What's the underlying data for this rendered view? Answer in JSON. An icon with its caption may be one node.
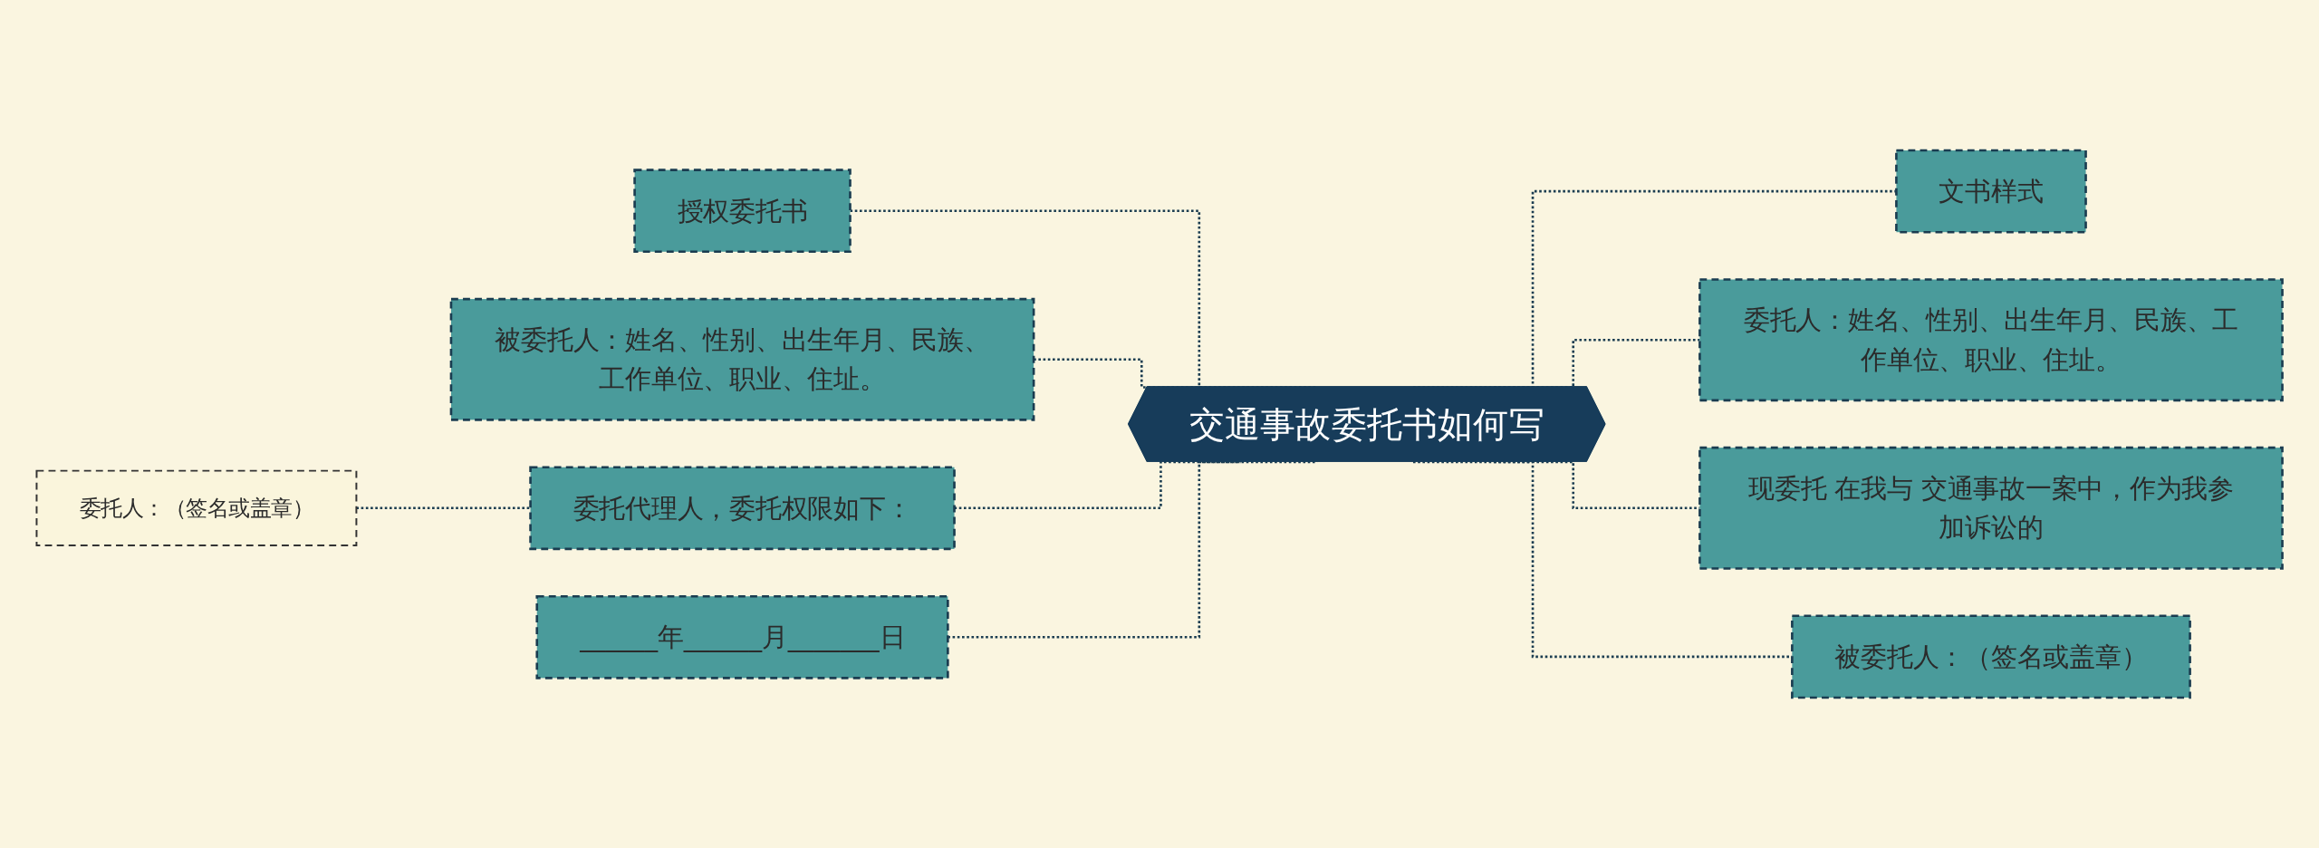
{
  "diagram": {
    "nodes": [
      {
        "text": [
          "授权委托书"
        ]
      },
      {
        "text": [
          "被委托人：姓名、性别、出生年月、民族、工作单位、职业、住址。"
        ]
      },
      {
        "text": [
          "委托人：（签名或盖章）"
        ]
      },
      {
        "text": [
          "委托代理人，委托权限如下："
        ]
      },
      {
        "text": [
          "______年______月_______日"
        ]
      },
      {
        "text": [
          "交通事故委托书如何写"
        ]
      },
      {
        "text": [
          "文书样式"
        ]
      },
      {
        "text": [
          "委托人：姓名、性别、出生年月、民族、工作单位、职业、住址。"
        ]
      },
      {
        "text": [
          "现委托 在我与 交通事故一案中，作为我参加诉讼的"
        ]
      },
      {
        "text": [
          "被委托人：（签名或盖章）"
        ]
      }
    ],
    "edges": [
      {
        "from": 0,
        "to": 5,
        "arrow": "none",
        "style": "dashed"
      },
      {
        "from": 1,
        "to": 5,
        "arrow": "none",
        "style": "dashed"
      },
      {
        "from": 2,
        "to": 3,
        "arrow": "none",
        "style": "dashed"
      },
      {
        "from": 3,
        "to": 5,
        "arrow": "none",
        "style": "dashed"
      },
      {
        "from": 4,
        "to": 5,
        "arrow": "none",
        "style": "dashed"
      },
      {
        "from": 5,
        "to": 6,
        "arrow": "none",
        "style": "dashed"
      },
      {
        "from": 5,
        "to": 7,
        "arrow": "none",
        "style": "dashed"
      },
      {
        "from": 5,
        "to": 8,
        "arrow": "none",
        "style": "dashed"
      },
      {
        "from": 5,
        "to": 9,
        "arrow": "none",
        "style": "dashed"
      }
    ]
  }
}
